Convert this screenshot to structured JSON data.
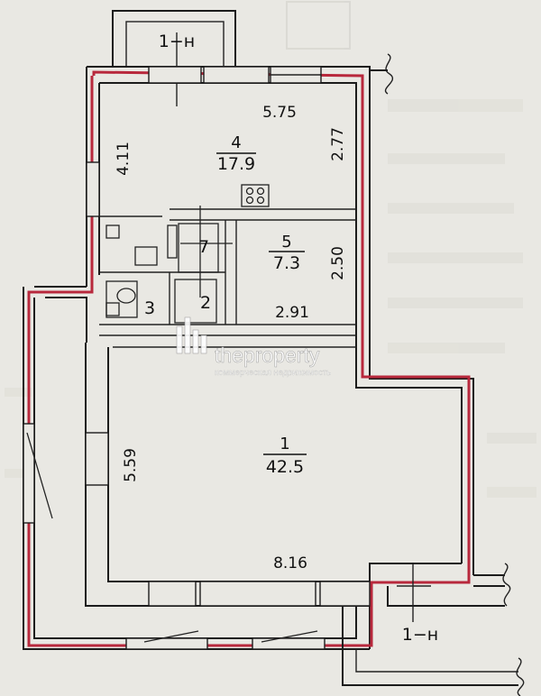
{
  "plan": {
    "rooms": [
      {
        "id": "1",
        "number": "1",
        "area": "42.5"
      },
      {
        "id": "2",
        "number": "2"
      },
      {
        "id": "3",
        "number": "3"
      },
      {
        "id": "4",
        "number": "4",
        "area": "17.9"
      },
      {
        "id": "5",
        "number": "5",
        "area": "7.3"
      },
      {
        "id": "7",
        "number": "7"
      }
    ],
    "dimensions": {
      "d_5_75": "5.75",
      "d_4_11": "4.11",
      "d_2_77": "2.77",
      "d_2_50": "2.50",
      "d_2_91": "2.91",
      "d_5_59": "5.59",
      "d_8_16": "8.16"
    },
    "entrances": {
      "top": "1−н",
      "bottom": "1−н"
    },
    "colors": {
      "outline": "#b8283c",
      "walls": "#1c1c1c",
      "paper": "#e9e8e3"
    }
  },
  "watermark": {
    "brand": "theproperty",
    "tagline": "коммерческая недвижимость"
  }
}
